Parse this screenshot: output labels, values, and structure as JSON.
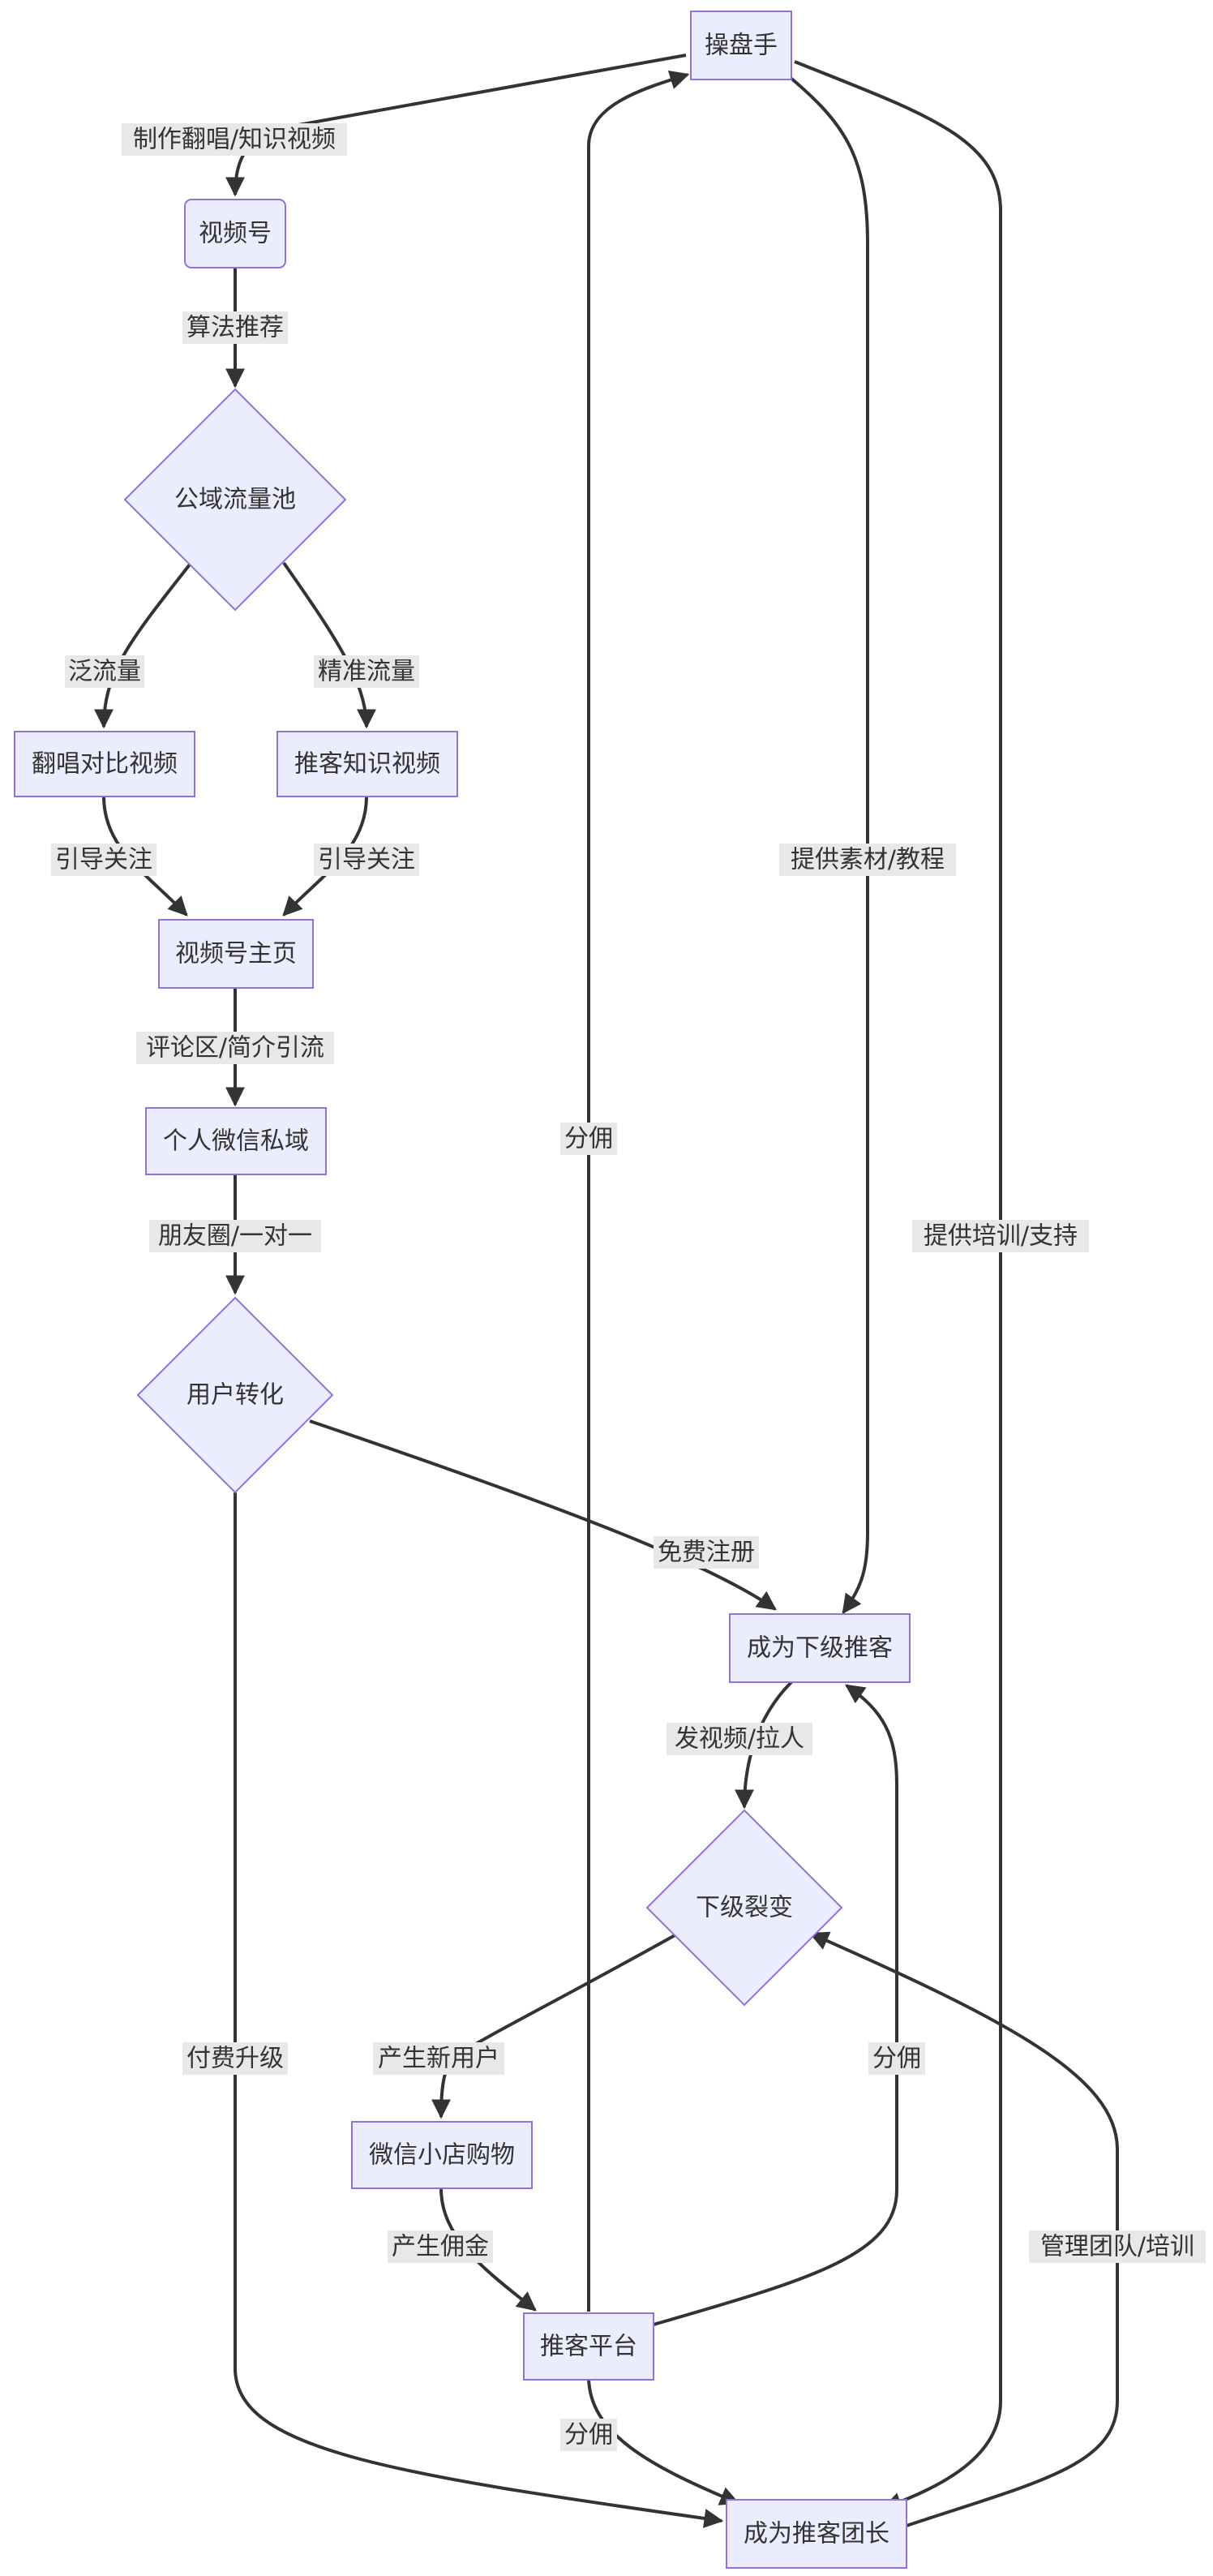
{
  "nodes": {
    "trader": "操盘手",
    "channels": "视频号",
    "public_pool": "公域流量池",
    "cover_video": "翻唱对比视频",
    "promo_video": "推客知识视频",
    "channel_home": "视频号主页",
    "private_wechat": "个人微信私域",
    "conversion": "用户转化",
    "sub_promoter": "成为下级推客",
    "fission": "下级裂变",
    "wechat_shop": "微信小店购物",
    "platform": "推客平台",
    "team_leader": "成为推客团长"
  },
  "edges": {
    "e1": "制作翻唱/知识视频",
    "e2": "算法推荐",
    "e3": "泛流量",
    "e4": "精准流量",
    "e5": "引导关注",
    "e6": "引导关注",
    "e7": "评论区/简介引流",
    "e8": "朋友圈/一对一",
    "e9": "免费注册",
    "e10": "付费升级",
    "e11": "发视频/拉人",
    "e12": "产生新用户",
    "e13": "产生佣金",
    "e14": "分佣",
    "e15": "分佣",
    "e16": "分佣",
    "e17": "提供素材/教程",
    "e18": "提供培训/支持",
    "e19": "管理团队/培训"
  }
}
